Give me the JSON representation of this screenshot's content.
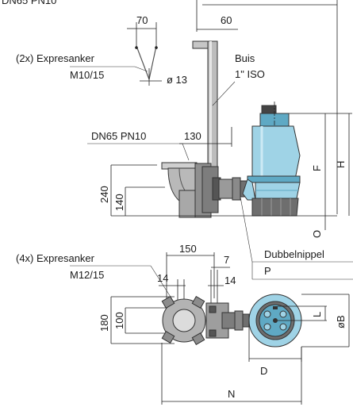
{
  "labels": {
    "top_flange": "DN65 PN10",
    "dim_70": "70",
    "dim_60": "60",
    "anchor_2x": "(2x) Expresanker",
    "anchor_2x_size": "M10/15",
    "dim_d13": "ø 13",
    "buis": "Buis",
    "buis_size": "1\" ISO",
    "flange_dn65": "DN65 PN10",
    "dim_130": "130",
    "dim_240": "240",
    "dim_140": "140",
    "dim_F": "F",
    "dim_H": "H",
    "dim_O": "O",
    "dubbelnippel": "Dubbelnippel",
    "dim_P": "P",
    "anchor_4x": "(4x) Expresanker",
    "anchor_4x_size": "M12/15",
    "dim_150": "150",
    "dim_7": "7",
    "dim_14a": "14",
    "dim_14b": "14",
    "dim_180": "180",
    "dim_100": "100",
    "dim_L": "L",
    "dim_oB": "øB",
    "dim_D": "D",
    "dim_N": "N"
  },
  "colors": {
    "pump_blue": "#9fd3e6",
    "pump_blue_dark": "#5fa9c4",
    "metal_grey": "#b4b4b4",
    "metal_dark": "#6e6e6e",
    "line": "#222222"
  }
}
